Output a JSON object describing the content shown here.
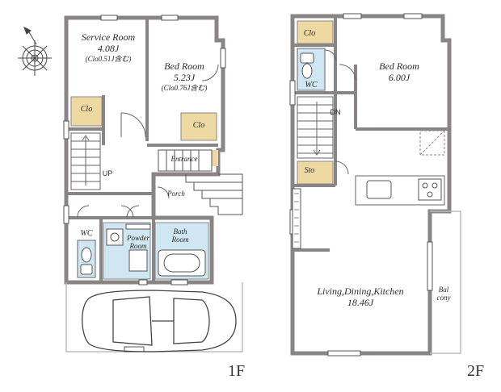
{
  "floors": {
    "first": {
      "floor_label": "1F",
      "rooms": {
        "service_room": {
          "name": "Service Room",
          "size": "4.08J",
          "note": "(Clo0.51J含む)"
        },
        "bed_room": {
          "name": "Bed Room",
          "size": "5.23J",
          "note": "(Clo0.76J含む)"
        },
        "clo_upper": "Clo",
        "clo_bed": "Clo",
        "entrance": "Entrance",
        "porch": "Porch",
        "wc": "WC",
        "powder_room": "Powder Room",
        "bath_room": "Bath Room"
      },
      "marks": {
        "up": "UP"
      }
    },
    "second": {
      "floor_label": "2F",
      "rooms": {
        "bed_room": {
          "name": "Bed Room",
          "size": "6.00J"
        },
        "clo": "Clo",
        "wc": "WC",
        "sto": "Sto",
        "ldk": {
          "name": "Living,Dining,Kitchen",
          "size": "18.46J"
        },
        "balcony": "Bal cony"
      },
      "marks": {
        "dn": "DN"
      }
    }
  },
  "colors": {
    "wall": "#8a8585",
    "storage_fill": "#efd9a2",
    "bath_fill": "#cfe7f3",
    "line": "#555555"
  },
  "icons": [
    "compass-icon",
    "car-icon",
    "toilet-icon",
    "bathtub-icon",
    "sink-icon",
    "stove-icon"
  ]
}
